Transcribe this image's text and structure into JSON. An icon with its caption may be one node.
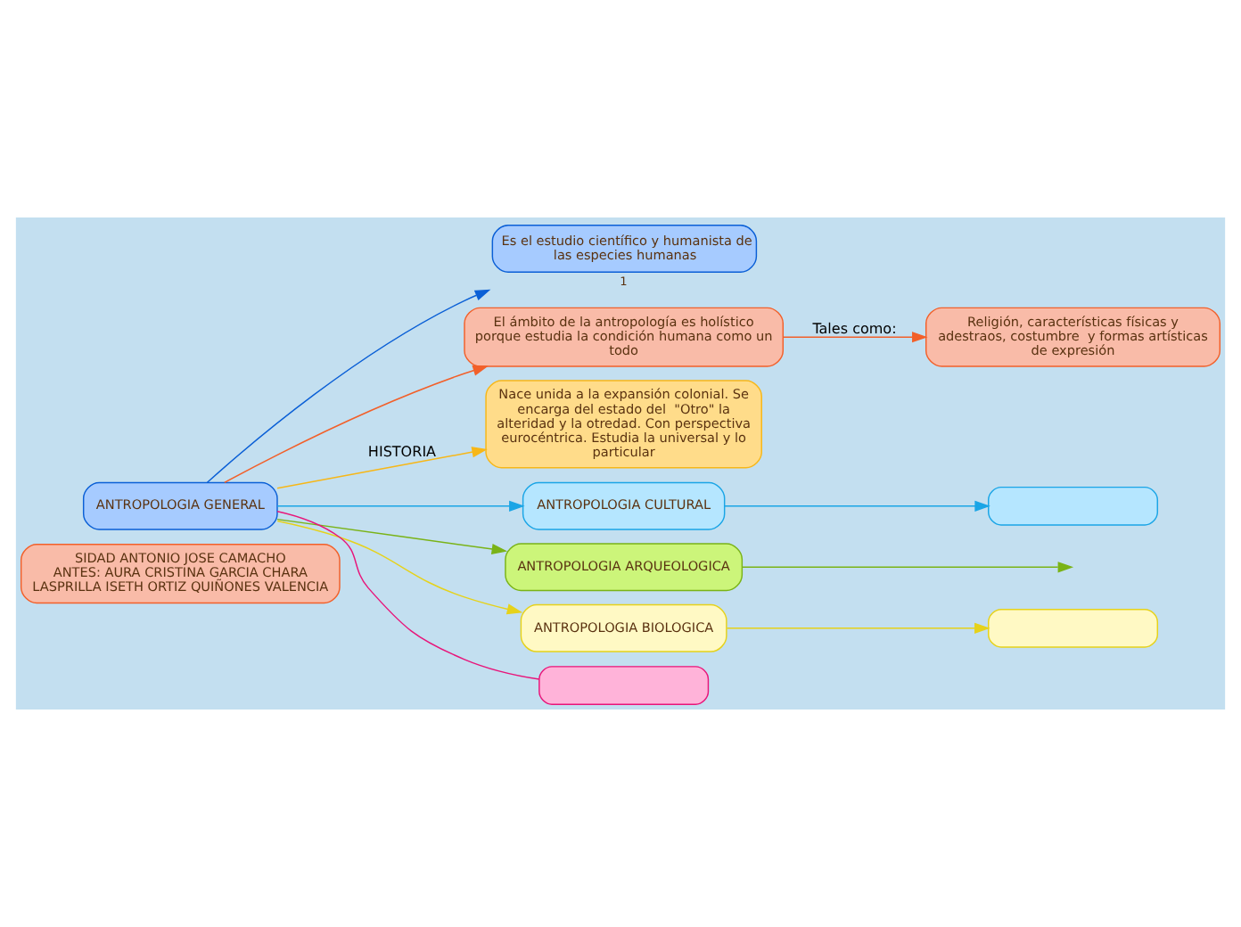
{
  "diagram": {
    "nodes": [
      {
        "text": [
          "SIDAD ANTONIO JOSE CAMACHO",
          "ANTES: AURA CRISTINA GARCIA CHARA LASPRILLA ISETH ORTIZ QUIÑONES VALENCIA"
        ]
      },
      {
        "text": [
          "ANTROPOLOGIA GENERAL"
        ]
      },
      {
        "text": [
          "Es el estudio científico y humanista de las especies humanas"
        ],
        "beside": [
          "1"
        ]
      },
      {
        "text": [
          "El ámbito de la antropología es holístico porque estudia la condición humana como un todo"
        ]
      },
      {
        "text": [
          "Religión, características físicas y adestraos, costumbre  y formas artísticas de expresión"
        ]
      },
      {
        "text": [
          "Nace unida a la expansión colonial. Se encarga del estado del  \"Otro\" la alteridad y la otredad. Con perspectiva eurocéntrica. Estudia la universal y lo particular"
        ]
      },
      {
        "text": [
          "ANTROPOLOGIA CULTURAL"
        ]
      },
      {
        "text": [
          "ANTROPOLOGIA ARQUEOLOGICA"
        ]
      },
      {
        "text": [
          "ANTROPOLOGIA BIOLOGICA"
        ]
      },
      {
        "text": [],
        "shape": "box"
      },
      {
        "text": [],
        "shape": "box"
      },
      {
        "text": [],
        "shape": "box"
      }
    ],
    "edges": [
      {
        "from": 1,
        "to": 2,
        "arrow": "to",
        "color": "#0a5fd6"
      },
      {
        "from": 1,
        "to": 3,
        "arrow": "to",
        "color": "#f2602a"
      },
      {
        "from": 3,
        "to": 4,
        "arrow": "to",
        "label": "Tales como:",
        "color": "#f2602a"
      },
      {
        "from": 1,
        "to": 5,
        "arrow": "to",
        "label": "HISTORIA",
        "color": "#f7b718"
      },
      {
        "from": 1,
        "to": 7,
        "arrow": "to",
        "color": "#7ab317"
      },
      {
        "from": 1,
        "to": 6,
        "arrow": "to",
        "color": "#1aa5e6"
      },
      {
        "from": 1,
        "to": 8,
        "arrow": "to",
        "color": "#e6d21a"
      },
      {
        "from": 1,
        "to": 9,
        "arrow": "none",
        "color": "#e8157a"
      },
      {
        "from": 6,
        "to": 10,
        "arrow": "to",
        "color": "#1aa5e6"
      },
      {
        "from": 7,
        "to": null,
        "arrow": "to",
        "color": "#7ab317"
      },
      {
        "from": 8,
        "to": 11,
        "arrow": "to",
        "color": "#e6d21a"
      }
    ]
  }
}
